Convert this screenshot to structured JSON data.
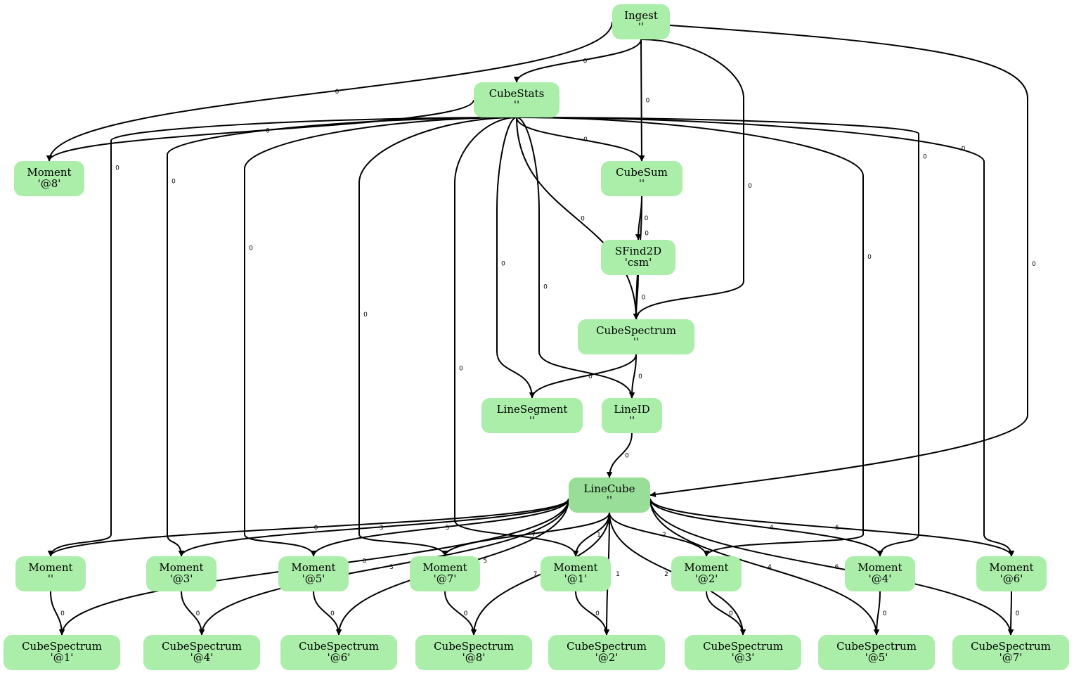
{
  "colors": {
    "node": "#aaeeaa",
    "node_highlight": "#98dd98",
    "edge": "#000000"
  },
  "nodes": [
    {
      "id": "ingest",
      "type": "Ingest",
      "name": "''"
    },
    {
      "id": "cubestats",
      "type": "CubeStats",
      "name": "''"
    },
    {
      "id": "moment8",
      "type": "Moment",
      "name": "'@8'"
    },
    {
      "id": "cubesum",
      "type": "CubeSum",
      "name": "''"
    },
    {
      "id": "sfind",
      "type": "SFind2D",
      "name": "'csm'"
    },
    {
      "id": "cubespec",
      "type": "CubeSpectrum",
      "name": "''"
    },
    {
      "id": "lineseg",
      "type": "LineSegment",
      "name": "''"
    },
    {
      "id": "lineid",
      "type": "LineID",
      "name": "''"
    },
    {
      "id": "linecube",
      "type": "LineCube",
      "name": "''",
      "highlight": true
    },
    {
      "id": "moment0",
      "type": "Moment",
      "name": "''"
    },
    {
      "id": "moment3",
      "type": "Moment",
      "name": "'@3'"
    },
    {
      "id": "moment5",
      "type": "Moment",
      "name": "'@5'"
    },
    {
      "id": "moment7",
      "type": "Moment",
      "name": "'@7'"
    },
    {
      "id": "moment1",
      "type": "Moment",
      "name": "'@1'"
    },
    {
      "id": "moment2",
      "type": "Moment",
      "name": "'@2'"
    },
    {
      "id": "moment4",
      "type": "Moment",
      "name": "'@4'"
    },
    {
      "id": "moment6",
      "type": "Moment",
      "name": "'@6'"
    },
    {
      "id": "cs1",
      "type": "CubeSpectrum",
      "name": "'@1'"
    },
    {
      "id": "cs4",
      "type": "CubeSpectrum",
      "name": "'@4'"
    },
    {
      "id": "cs6",
      "type": "CubeSpectrum",
      "name": "'@6'"
    },
    {
      "id": "cs8",
      "type": "CubeSpectrum",
      "name": "'@8'"
    },
    {
      "id": "cs2",
      "type": "CubeSpectrum",
      "name": "'@2'"
    },
    {
      "id": "cs3",
      "type": "CubeSpectrum",
      "name": "'@3'"
    },
    {
      "id": "cs5",
      "type": "CubeSpectrum",
      "name": "'@5'"
    },
    {
      "id": "cs7",
      "type": "CubeSpectrum",
      "name": "'@7'"
    }
  ],
  "edges": [
    [
      "ingest",
      "moment8",
      "0"
    ],
    [
      "ingest",
      "cubestats",
      "0"
    ],
    [
      "ingest",
      "cubesum",
      "0"
    ],
    [
      "ingest",
      "cubespec",
      "0"
    ],
    [
      "ingest",
      "linecube",
      "0"
    ],
    [
      "cubestats",
      "moment8",
      "0"
    ],
    [
      "cubestats",
      "moment0",
      "0"
    ],
    [
      "cubestats",
      "moment3",
      "0"
    ],
    [
      "cubestats",
      "moment5",
      "0"
    ],
    [
      "cubestats",
      "moment7",
      "0"
    ],
    [
      "cubestats",
      "moment1",
      "0"
    ],
    [
      "cubestats",
      "moment2",
      "0"
    ],
    [
      "cubestats",
      "moment4",
      "0"
    ],
    [
      "cubestats",
      "moment6",
      "0"
    ],
    [
      "cubestats",
      "cubesum",
      "0"
    ],
    [
      "cubestats",
      "cubespec",
      "0"
    ],
    [
      "cubestats",
      "lineseg",
      "0"
    ],
    [
      "cubestats",
      "lineid",
      "0"
    ],
    [
      "cubesum",
      "sfind",
      "0"
    ],
    [
      "cubesum",
      "cubespec",
      "0"
    ],
    [
      "sfind",
      "cubespec",
      "0"
    ],
    [
      "cubespec",
      "lineseg",
      "0"
    ],
    [
      "cubespec",
      "lineid",
      "0"
    ],
    [
      "lineid",
      "linecube",
      "0"
    ],
    [
      "linecube",
      "moment0",
      "0"
    ],
    [
      "linecube",
      "moment3",
      "3"
    ],
    [
      "linecube",
      "moment5",
      "5"
    ],
    [
      "linecube",
      "moment7",
      "7"
    ],
    [
      "linecube",
      "moment1",
      "1"
    ],
    [
      "linecube",
      "moment2",
      "2"
    ],
    [
      "linecube",
      "moment4",
      "4"
    ],
    [
      "linecube",
      "moment6",
      "6"
    ],
    [
      "linecube",
      "cs1",
      "0"
    ],
    [
      "linecube",
      "cs4",
      "3"
    ],
    [
      "linecube",
      "cs6",
      "5"
    ],
    [
      "linecube",
      "cs8",
      "7"
    ],
    [
      "linecube",
      "cs2",
      "1"
    ],
    [
      "linecube",
      "cs3",
      "2"
    ],
    [
      "linecube",
      "cs5",
      "4"
    ],
    [
      "linecube",
      "cs7",
      "6"
    ],
    [
      "moment0",
      "cs1",
      "0"
    ],
    [
      "moment3",
      "cs4",
      "0"
    ],
    [
      "moment5",
      "cs6",
      "0"
    ],
    [
      "moment7",
      "cs8",
      "0"
    ],
    [
      "moment1",
      "cs2",
      "0"
    ],
    [
      "moment2",
      "cs3",
      "0"
    ],
    [
      "moment4",
      "cs5",
      "0"
    ],
    [
      "moment6",
      "cs7",
      "0"
    ]
  ]
}
